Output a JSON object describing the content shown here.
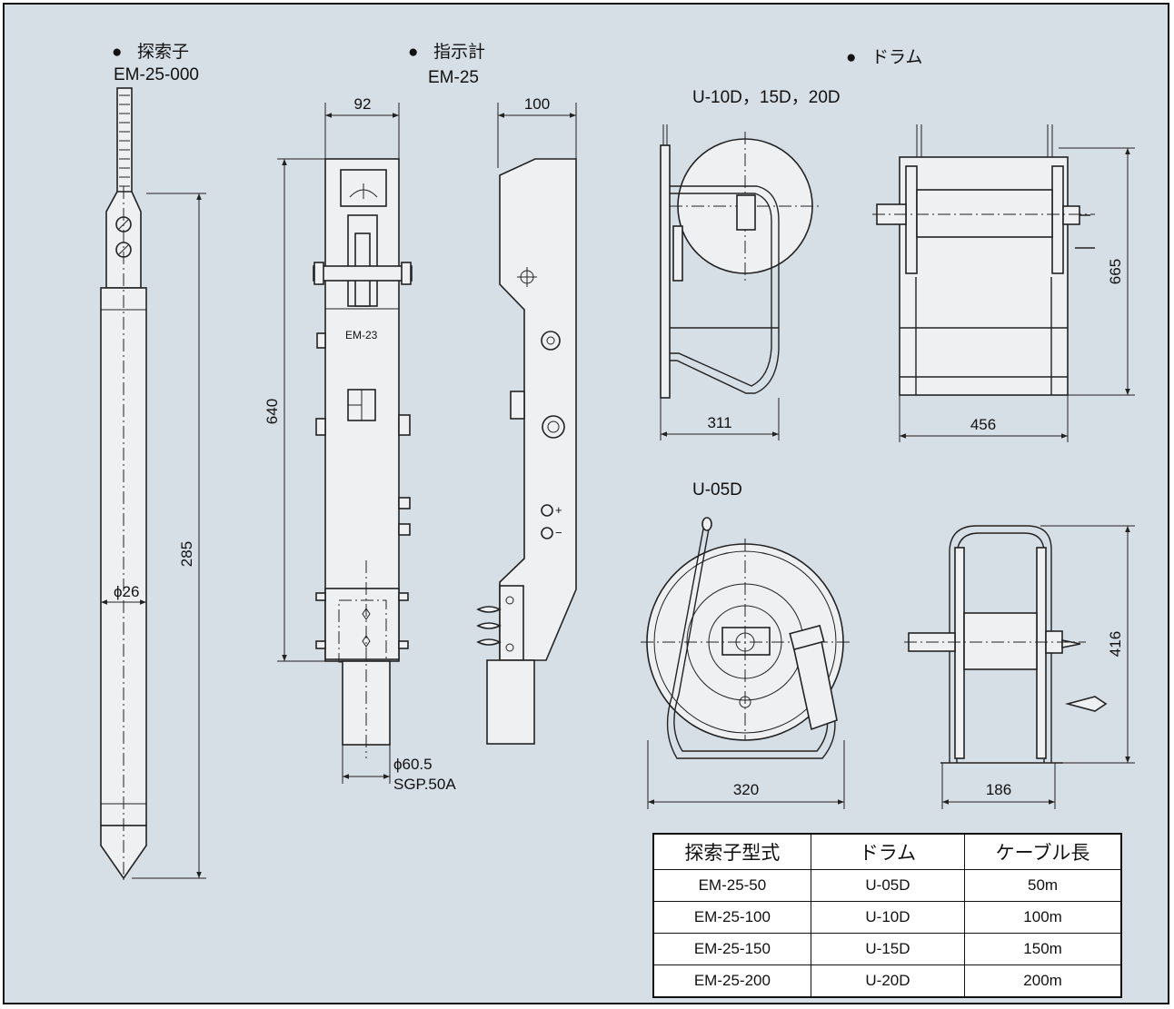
{
  "sections": {
    "probe": {
      "bullet": "●",
      "title": "探索子",
      "model": "EM-25-000"
    },
    "indicator": {
      "bullet": "●",
      "title": "指示計",
      "model": "EM-25"
    },
    "drum": {
      "bullet": "●",
      "title": "ドラム"
    }
  },
  "probe_dims": {
    "length": "285",
    "diameter": "ϕ26"
  },
  "indicator_dims": {
    "front_width": "92",
    "side_width": "100",
    "height": "640",
    "label": "EM-23",
    "pipe_dia": "ϕ60.5",
    "pipe_spec": "SGP.50A",
    "plus": "+",
    "minus": "−"
  },
  "drum_large": {
    "label": "U-10D，15D，20D",
    "side_width": "311",
    "front_width": "456",
    "height": "665"
  },
  "drum_small": {
    "label": "U-05D",
    "side_width": "320",
    "front_width": "186",
    "height": "416"
  },
  "table": {
    "headers": [
      "探索子型式",
      "ドラム",
      "ケーブル長"
    ],
    "rows": [
      [
        "EM-25-50",
        "U-05D",
        "50m"
      ],
      [
        "EM-25-100",
        "U-10D",
        "100m"
      ],
      [
        "EM-25-150",
        "U-15D",
        "150m"
      ],
      [
        "EM-25-200",
        "U-20D",
        "200m"
      ]
    ]
  },
  "colors": {
    "background": "#d6dee6",
    "line": "#222222",
    "border": "#111111"
  }
}
